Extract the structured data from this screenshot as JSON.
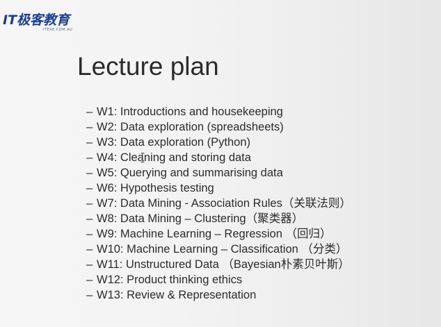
{
  "logo": {
    "main": "IT极客教育",
    "sub": "ITEXE.COM.AU"
  },
  "slide": {
    "title": "Lecture plan",
    "bullet": "–",
    "items": [
      "W1: Introductions and housekeeping",
      "W2: Data exploration (spreadsheets)",
      "W3: Data exploration (Python)",
      "W4: Cleaning and storing data",
      "W5: Querying and summarising data",
      "W6: Hypothesis testing",
      "W7: Data Mining - Association Rules（关联法则）",
      "W8: Data Mining – Clustering（聚类器）",
      "W9: Machine Learning – Regression （回归）",
      "W10: Machine Learning – Classification （分类）",
      "W11: Unstructured Data （Bayesian朴素贝叶斯）",
      "W12: Product thinking ethics",
      "W13: Review & Representation"
    ]
  },
  "icons": {
    "cursor": "text-cursor-icon"
  },
  "colors": {
    "logo": "#1b3e8f",
    "text": "#2b2b2b"
  }
}
